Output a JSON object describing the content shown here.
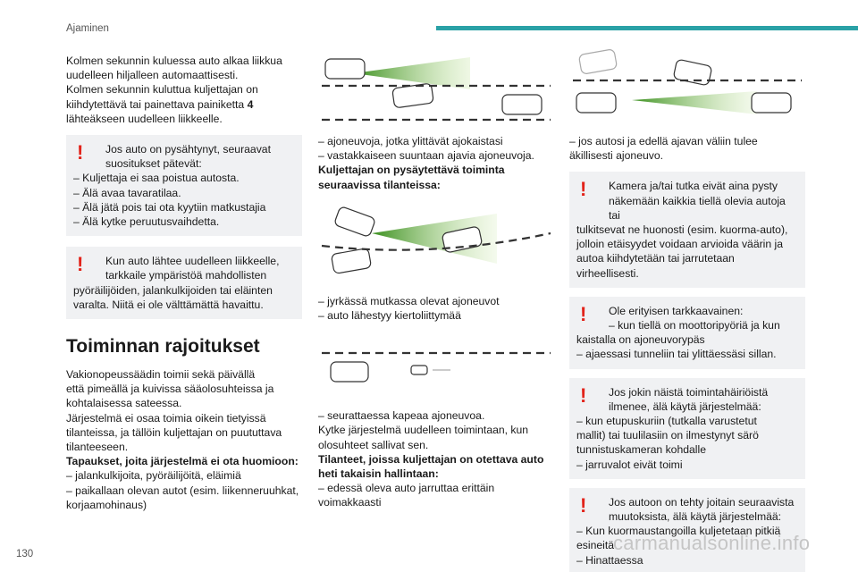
{
  "header": {
    "title": "Ajaminen",
    "accent": "#2aa1a6"
  },
  "page_number": "130",
  "watermark": "carmanualsonline.info",
  "col1": {
    "intro": [
      "Kolmen sekunnin kuluessa auto alkaa liikkua",
      "uudelleen hiljalleen automaattisesti.",
      "Kolmen sekunnin kuluttua kuljettajan on",
      "kiihdytettävä tai painettava painiketta 4",
      "lähteäkseen uudelleen liikkeelle."
    ],
    "notice1": [
      "Jos auto on pysähtynyt, seuraavat",
      "suositukset pätevät:",
      "–  Kuljettaja ei saa poistua autosta.",
      "–  Älä avaa tavaratilaa.",
      "–  Älä jätä pois tai ota kyytiin matkustajia",
      "–  Älä kytke peruutusvaihdetta."
    ],
    "notice2": [
      "Kun auto lähtee uudelleen liikkeelle,",
      "tarkkaile ympäristöä mahdollisten",
      "pyöräilijöiden, jalankulkijoiden tai eläinten",
      "varalta. Niitä ei ole välttämättä havaittu."
    ],
    "section_title": "Toiminnan rajoitukset",
    "body": [
      "Vakionopeussäädin toimii sekä päivällä",
      "että pimeällä ja kuivissa sääolosuhteissa ja",
      "kohtalaisessa sateessa.",
      "Järjestelmä ei osaa toimia oikein tietyissä",
      "tilanteissa, ja tällöin kuljettajan on puututtava",
      "tilanteeseen."
    ],
    "bold_line": "Tapaukset, joita järjestelmä ei ota huomioon:",
    "list": [
      "–  jalankulkijoita, pyöräilijöitä, eläimiä",
      "–  paikallaan olevan autot (esim. liikenneruuhkat,",
      "korjaamohinaus)"
    ]
  },
  "col2": {
    "text1": [
      "–  ajoneuvoja, jotka ylittävät ajokaistasi",
      "–  vastakkaiseen suuntaan ajavia ajoneuvoja."
    ],
    "bold1": [
      "Kuljettajan on pysäytettävä toiminta",
      "seuraavissa tilanteissa:"
    ],
    "text2": [
      "–  jyrkässä mutkassa olevat ajoneuvot",
      "–  auto lähestyy kiertoliittymää"
    ],
    "text3": [
      "–  seurattaessa kapeaa ajoneuvoa.",
      "Kytke järjestelmä uudelleen toimintaan, kun",
      "olosuhteet sallivat sen."
    ],
    "bold2": [
      "Tilanteet, joissa kuljettajan on otettava auto",
      "heti takaisin hallintaan:"
    ],
    "text4": [
      "–  edessä oleva auto jarruttaa erittäin",
      "voimakkaasti"
    ]
  },
  "col3": {
    "text1": [
      "–  jos autosi ja edellä ajavan väliin tulee",
      "äkillisesti ajoneuvo."
    ],
    "notice1": [
      "Kamera ja/tai tutka eivät aina pysty",
      "näkemään kaikkia tiellä olevia autoja tai",
      "tulkitsevat ne huonosti (esim. kuorma-auto),",
      "jolloin etäisyydet voidaan arvioida väärin ja",
      "autoa kiihdytetään tai jarrutetaan",
      "virheellisesti."
    ],
    "notice2": [
      "Ole erityisen tarkkaavainen:",
      "–  kun tiellä on moottoripyöriä ja kun",
      "kaistalla on ajoneuvorypäs",
      "–  ajaessasi tunneliin tai ylittäessäsi sillan."
    ],
    "notice3": [
      "Jos jokin näistä toimintahäiriöistä",
      "ilmenee, älä käytä järjestelmää:",
      "–  kun etupuskuriin (tutkalla varustetut",
      "mallit) tai tuulilasiin on ilmestynyt särö",
      "tunnistuskameran kohdalle",
      "–  jarruvalot eivät toimi"
    ],
    "notice4": [
      "Jos autoon on tehty joitain seuraavista",
      "muutoksista, älä käytä järjestelmää:",
      "–  Kun kuormaustangoilla kuljetetaan pitkiä",
      "esineitä",
      "–  Hinattaessa"
    ]
  },
  "warning_symbol": "!"
}
